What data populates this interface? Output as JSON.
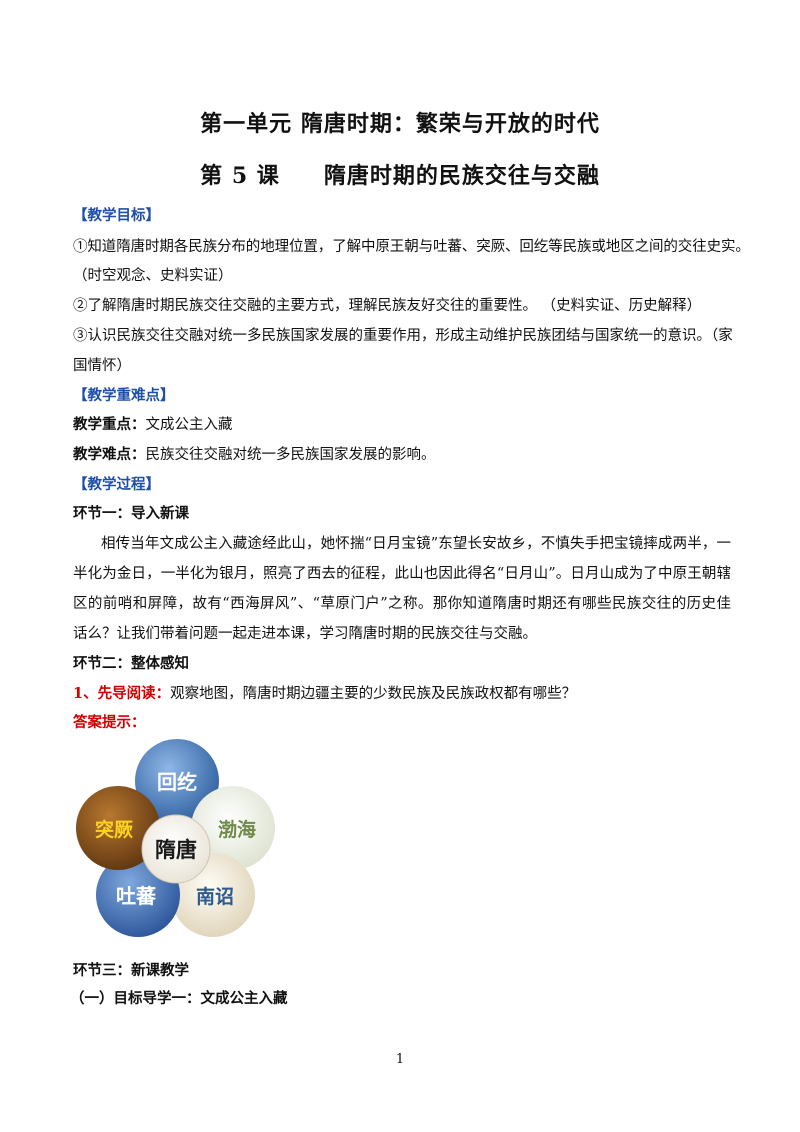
{
  "titles": {
    "unit": "第一单元 隋唐时期：繁荣与开放的时代",
    "lesson_num": "第 5 课",
    "lesson_name": "隋唐时期的民族交往与交融"
  },
  "objectives": {
    "heading": "【教学目标】",
    "line1": "①知道隋唐时期各民族分布的地理位置，了解中原王朝与吐蕃、突厥、回纥等民族或地区之间的交往史实。",
    "line2": "（时空观念、史料实证）",
    "line3": "②了解隋唐时期民族交往交融的主要方式，理解民族友好交往的重要性。  （史料实证、历史解释）",
    "line4": "③认识民族交往交融对统一多民族国家发展的重要作用，形成主动维护民族团结与国家统一的意识。（家",
    "line5": "国情怀）"
  },
  "keypoints": {
    "heading": "【教学重难点】",
    "focus_label": "教学重点：",
    "focus_text": "文成公主入藏",
    "difficulty_label": "教学难点：",
    "difficulty_text": "民族交往交融对统一多民族国家发展的影响。"
  },
  "process": {
    "heading": "【教学过程】",
    "step1": "环节一：导入新课",
    "para_l1": "相传当年文成公主入藏途经此山，她怀揣“日月宝镜”东望长安故乡，不慎失手把宝镜摔成两半，一",
    "para_l2": "半化为金日，一半化为银月，照亮了西去的征程，此山也因此得名“日月山”。日月山成为了中原王朝辖",
    "para_l3": "区的前哨和屏障，故有“西海屏风”、“草原门户”之称。那你知道隋唐时期还有哪些民族交往的历史佳",
    "para_l4": "话么？让我们带着问题一起走进本课，学习隋唐时期的民族交往与交融。",
    "step2": "环节二：整体感知",
    "reading_label": "1、先导阅读：",
    "reading_text": "观察地图，隋唐时期边疆主要的少数民族及民族政权都有哪些？",
    "answer_label": "答案提示：",
    "step3": "环节三：新课教学",
    "goal1": "（一）目标导学一：文成公主入藏"
  },
  "diagram": {
    "center": "隋唐",
    "petals": [
      "回纥",
      "渤海",
      "南诏",
      "吐蕃",
      "突厥"
    ],
    "colors": {
      "huihe": "#3d76b8",
      "bohai": "#e2e8d6",
      "nanzhao": "#e7ddc6",
      "tubo": "#3b6cb4",
      "tujue": "#7a4614",
      "center": "#f5f2ea",
      "tujue_text": "#ffd21f",
      "light_text": "#6f8a4a"
    }
  },
  "page_number": "1"
}
